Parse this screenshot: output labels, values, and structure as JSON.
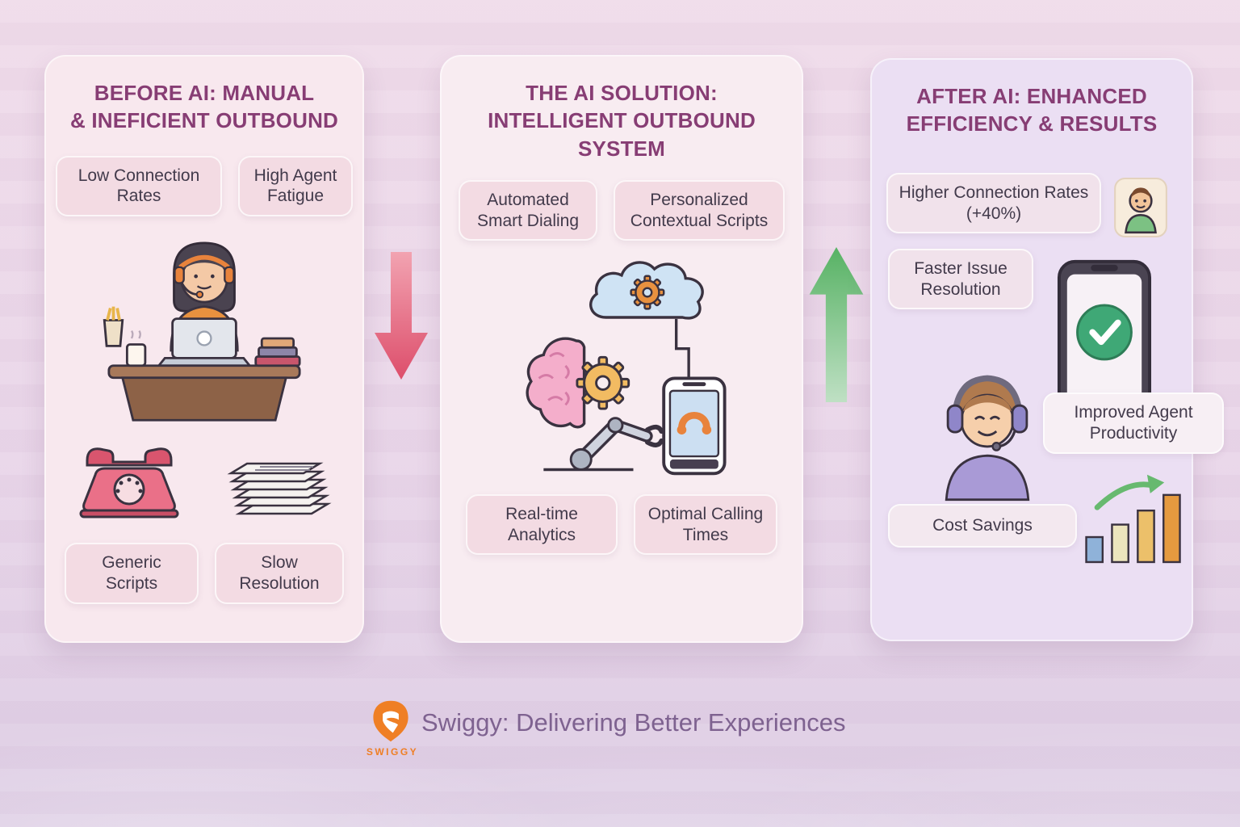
{
  "colors": {
    "bg_top": "#f0dcea",
    "bg_mid": "#e9d6e9",
    "bg_bottom": "#ddcde4",
    "panel_before_bg": "#f8e8ee",
    "panel_solution_bg": "#f8ecf1",
    "panel_after_bg": "#ebdff3",
    "title_purple": "#873d74",
    "pill_bg": "#f3dbe3",
    "pill_text": "#423a4b",
    "arrow_red": "#df5670",
    "arrow_green": "#67b96f",
    "swiggy_orange": "#ef7f25",
    "footer_text": "#7e6290"
  },
  "panels": {
    "before": {
      "title": "BEFORE AI: MANUAL\n& INEFICIENT OUTBOUND",
      "pills": {
        "low_connection": "Low Connection Rates",
        "high_fatigue": "High Agent Fatigue",
        "generic_scripts": "Generic Scripts",
        "slow_resolution": "Slow Resolution"
      },
      "illustrations": [
        "call-center-agent-at-desk",
        "rotary-phone",
        "paper-stack"
      ]
    },
    "solution": {
      "title": "THE AI SOLUTION:\nINTELLIGENT OUTBOUND\nSYSTEM",
      "pills": {
        "automated_dialing": "Automated Smart Dialing",
        "personalized_scripts": "Personalized Contextual Scripts",
        "realtime_analytics": "Real-time Analytics",
        "optimal_times": "Optimal Calling Times"
      },
      "illustrations": [
        "ai-brain-with-gear",
        "cloud-with-gear",
        "robot-arm",
        "smartphone-call"
      ]
    },
    "after": {
      "title": "AFTER AI: ENHANCED\nEFFICIENCY & RESULTS",
      "pills": {
        "higher_connection": "Higher Connection Rates (+40%)",
        "faster_resolution": "Faster Issue Resolution",
        "improved_productivity": "Improved Agent Productivity",
        "cost_savings": "Cost Savings"
      },
      "illustrations": [
        "customer-avatar",
        "smartphone-with-checkmark",
        "support-agent-with-headset",
        "growth-bar-chart"
      ]
    }
  },
  "arrows": {
    "down": "decline-arrow",
    "up": "improvement-arrow"
  },
  "footer": {
    "logo_text": "SWIGGY",
    "tagline": "Swiggy: Delivering Better Experiences"
  }
}
